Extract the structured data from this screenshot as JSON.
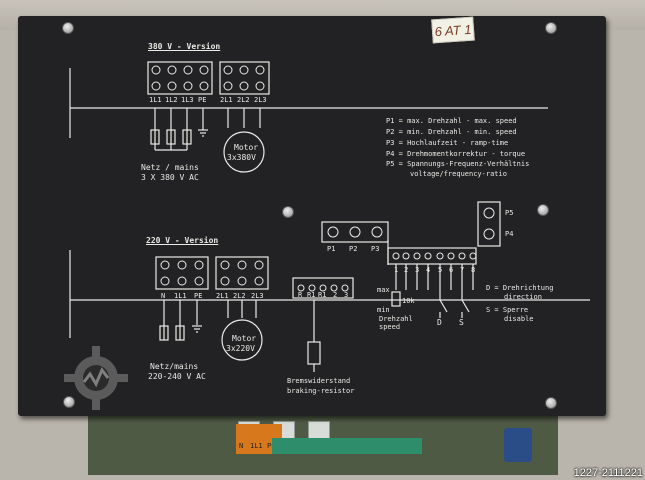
{
  "sticker": "6 AT 1",
  "id_tag": "1227-2111221",
  "v380": {
    "title": "380 V - Version",
    "in_terms": [
      "1L1",
      "1L2",
      "1L3",
      "PE"
    ],
    "out_terms": [
      "2L1",
      "2L2",
      "2L3"
    ],
    "motor": "Motor",
    "motor_v": "3x380V",
    "mains1": "Netz / mains",
    "mains2": "3 X 380 V AC"
  },
  "v220": {
    "title": "220 V - Version",
    "in_terms": [
      "N",
      "1L1",
      "PE"
    ],
    "out_terms": [
      "2L1",
      "2L2",
      "2L3"
    ],
    "motor": "Motor",
    "motor_v": "3x220V",
    "mains1": "Netz/mains",
    "mains2": "220-240 V AC",
    "brake_terms": [
      "R",
      "R1",
      "R1",
      "2",
      "3"
    ],
    "brake1": "Bremswiderstand",
    "brake2": "braking-resistor"
  },
  "legend": {
    "p1": "P1 = max. Drehzahl - max. speed",
    "p2": "P2 = min. Drehzahl - min. speed",
    "p3": "P3 = Hochlaufzeit - ramp-time",
    "p4": "P4 = Drehmomentkorrektur - torque",
    "p5": "P5 = Spannungs-Frequenz-Verhältnis",
    "p5b": "voltage/frequency-ratio"
  },
  "pots": {
    "p1": "P1",
    "p2": "P2",
    "p3": "P3",
    "p4": "P4",
    "p5": "P5"
  },
  "control": {
    "terms": [
      "1",
      "2",
      "3",
      "4",
      "5",
      "6",
      "7",
      "8"
    ],
    "max": "max",
    "min": "min",
    "res": "10k",
    "speed1": "Drehzahl",
    "speed2": "speed",
    "d": "D",
    "s": "S",
    "d_desc1": "D = Drehrichtung",
    "d_desc2": "direction",
    "s_desc1": "S = Sperre",
    "s_desc2": "disable"
  },
  "board_labels": {
    "n": "N",
    "l1": "1L1",
    "pe": "PE"
  }
}
